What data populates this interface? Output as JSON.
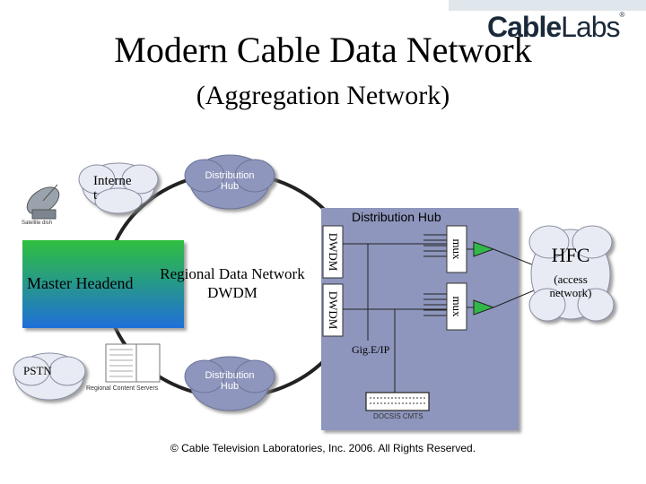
{
  "title": "Modern Cable Data Network",
  "subtitle": "(Aggregation Network)",
  "logo": {
    "bold": "Cable",
    "light": "Labs",
    "mark": "®"
  },
  "internet": "Interne t",
  "satellite_label": "Satellite dish",
  "hub_top": "Distribution Hub",
  "hub_bottom": "Distribution Hub",
  "hub_main": "Distribution Hub",
  "master_headend": "Master Headend",
  "ring_label_1": "Regional Data Network",
  "ring_label_2": "DWDM",
  "dwdm_top": "DWDM",
  "dwdm_bottom": "DWDM",
  "mux_top": "mux",
  "mux_bottom": "mux",
  "gige": "Gig.E/IP",
  "cmts": "DOCSIS CMTS",
  "pstn": "PSTN",
  "servers": "Regional Content Servers",
  "hfc_title": "HFC",
  "hfc_sub": "(access network)",
  "copyright": "© Cable Television Laboratories, Inc. 2006.  All Rights Reserved.",
  "colors": {
    "headend_gradient_start": "#2fbf3f",
    "headend_gradient_end": "#1f6fd8",
    "hub_box": "#8e96bd",
    "cloud_fill": "#e8ebf3",
    "amp_fill": "#32b84a"
  }
}
